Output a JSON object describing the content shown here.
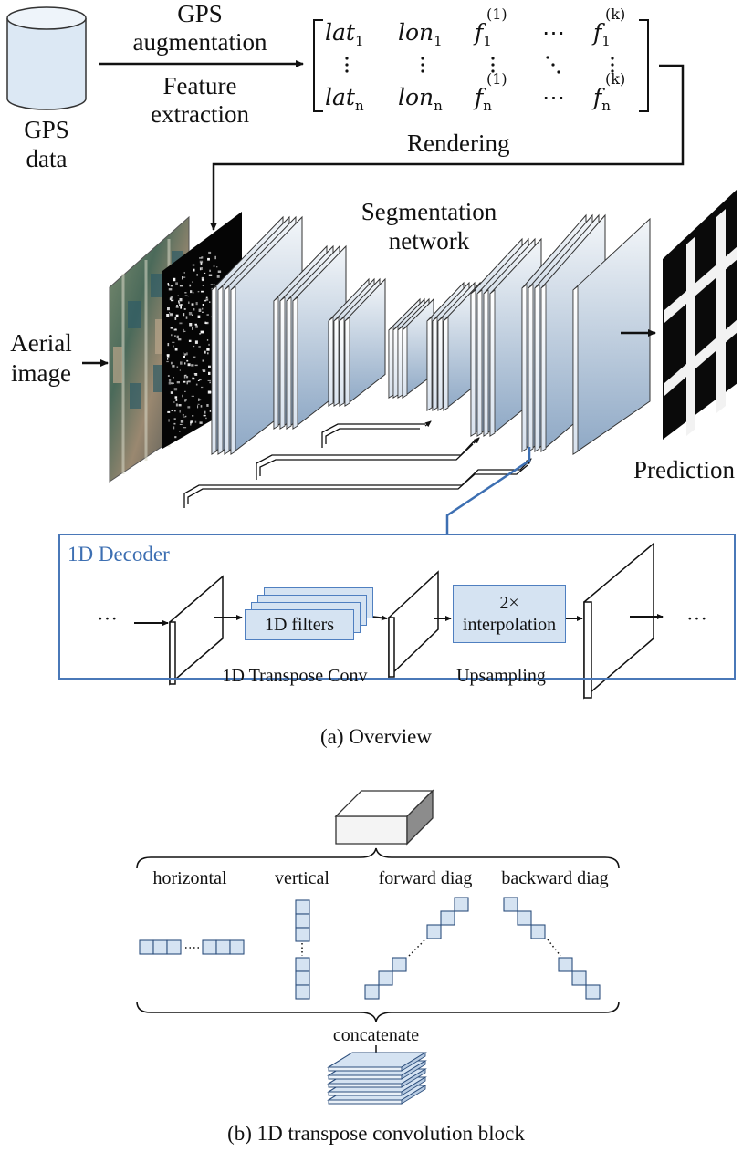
{
  "top": {
    "gps_data_label": "GPS\ndata",
    "arrow_top_label": "GPS\naugmentation",
    "arrow_bottom_label": "Feature\nextraction",
    "rendering_label": "Rendering",
    "matrix": {
      "row1": [
        "lat",
        "1",
        "lon",
        "1",
        "f",
        "1",
        "(1)",
        "⋯",
        "f",
        "1",
        "(k)"
      ],
      "row3": [
        "lat",
        "n",
        "lon",
        "n",
        "f",
        "n",
        "(1)",
        "⋯",
        "f",
        "n",
        "(k)"
      ]
    }
  },
  "network": {
    "title": "Segmentation\nnetwork",
    "aerial_label": "Aerial\nimage",
    "prediction_label": "Prediction"
  },
  "decoder": {
    "title": "1D Decoder",
    "ellipsis_left": "···",
    "ellipsis_right": "···",
    "filters_label": "1D filters",
    "transpose_label": "1D Transpose Conv",
    "interp_label": "2×\ninterpolation",
    "upsampling_label": "Upsampling"
  },
  "captions": {
    "a": "(a) Overview",
    "b": "(b) 1D transpose convolution block"
  },
  "block": {
    "directions": [
      "horizontal",
      "vertical",
      "forward diag",
      "backward diag"
    ],
    "concatenate_label": "concatenate"
  },
  "colors": {
    "accent_blue": "#3d6fb2",
    "filter_fill": "#d5e3f2",
    "layer_gradient_top": "#f1f4f8",
    "layer_gradient_bottom": "#8fa9c6"
  }
}
